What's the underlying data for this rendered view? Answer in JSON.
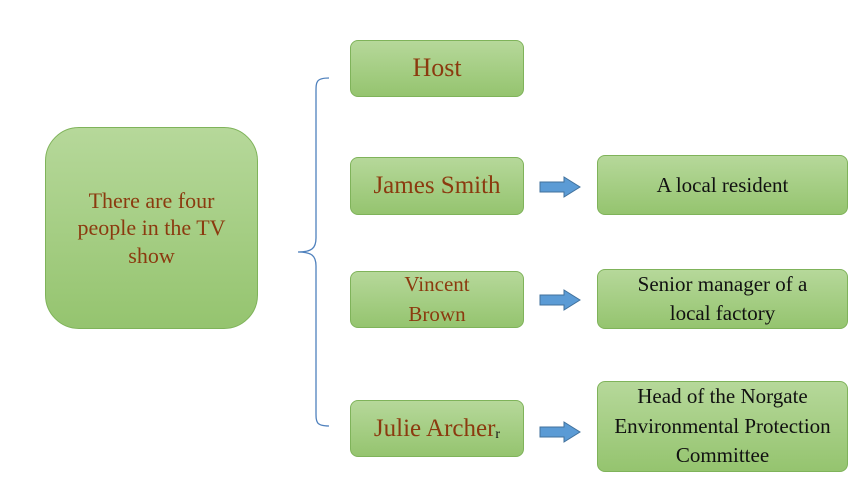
{
  "main_node": {
    "text": "There are four people in the TV show"
  },
  "people": [
    {
      "name": "Host"
    },
    {
      "name": "James Smith",
      "description": "A local resident"
    },
    {
      "name": "Vincent Brown",
      "description": "Senior manager of a local factory"
    },
    {
      "name": "Julie Archer",
      "name_suffix": "r",
      "description": "Head of the Norgate Environmental Protection Committee"
    }
  ],
  "colors": {
    "box_fill": "#a7cf86",
    "box_border": "#7fb35a",
    "name_text": "#8b3a0f",
    "arrow": "#5b9bd5",
    "bracket": "#4f81bd"
  }
}
